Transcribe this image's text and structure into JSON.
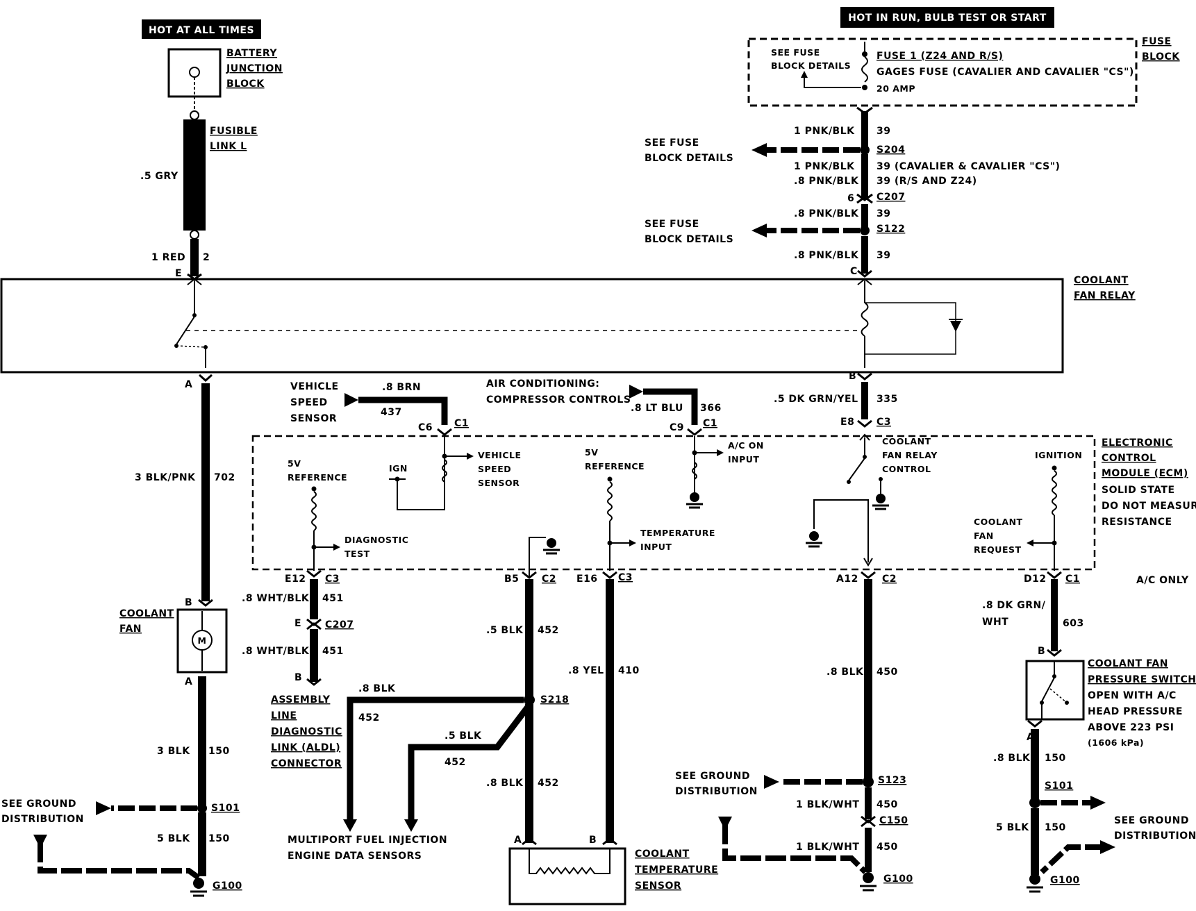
{
  "header": {
    "left_tag": "HOT AT ALL TIMES",
    "right_tag": "HOT IN RUN, BULB TEST OR START"
  },
  "components": {
    "battery_junction_block": [
      "BATTERY",
      "JUNCTION",
      "BLOCK"
    ],
    "fusible_link": [
      "FUSIBLE",
      "LINK L"
    ],
    "fuse_block": [
      "FUSE",
      "BLOCK"
    ],
    "fuse_block_details": [
      "SEE FUSE",
      "BLOCK DETAILS"
    ],
    "fuse_name": "FUSE 1 (Z24 AND R/S)",
    "gages_fuse": "GAGES FUSE (CAVALIER AND CAVALIER \"CS\")",
    "fuse_rating": "20 AMP",
    "coolant_fan_relay": [
      "COOLANT",
      "FAN RELAY"
    ],
    "ecm": [
      "ELECTRONIC",
      "CONTROL",
      "MODULE (ECM)",
      "SOLID STATE",
      "DO NOT MEASURE",
      "RESISTANCE"
    ],
    "coolant_fan": [
      "COOLANT",
      "FAN"
    ],
    "aldl": [
      "ASSEMBLY",
      "LINE",
      "DIAGNOSTIC",
      "LINK (ALDL)",
      "CONNECTOR"
    ],
    "mfi_sensors": [
      "MULTIPORT FUEL INJECTION",
      "ENGINE DATA SENSORS"
    ],
    "coolant_temp_sensor": [
      "COOLANT",
      "TEMPERATURE",
      "SENSOR"
    ],
    "pressure_switch": [
      "COOLANT FAN",
      "PRESSURE SWITCH",
      "OPEN WITH A/C",
      "HEAD PRESSURE",
      "ABOVE 223 PSI",
      "(1606 kPa)"
    ],
    "ac_only": "A/C ONLY",
    "vehicle_speed_sensor": [
      "VEHICLE",
      "SPEED",
      "SENSOR"
    ],
    "ac_compressor_controls": [
      "AIR CONDITIONING:",
      "COMPRESSOR CONTROLS"
    ],
    "see_fuse_1": [
      "SEE FUSE",
      "BLOCK DETAILS"
    ],
    "see_fuse_2": [
      "SEE FUSE",
      "BLOCK DETAILS"
    ],
    "see_ground_left": [
      "SEE GROUND",
      "DISTRIBUTION"
    ],
    "see_ground_mid": [
      "SEE GROUND",
      "DISTRIBUTION"
    ],
    "see_ground_right": [
      "SEE GROUND",
      "DISTRIBUTION"
    ]
  },
  "ecm_internal": {
    "ref5v_a": [
      "5V",
      "REFERENCE"
    ],
    "ign": "IGN",
    "vss": [
      "VEHICLE",
      "SPEED",
      "SENSOR"
    ],
    "ref5v_b": [
      "5V",
      "REFERENCE"
    ],
    "ac_on": [
      "A/C ON",
      "INPUT"
    ],
    "fan_relay_control": [
      "COOLANT",
      "FAN RELAY",
      "CONTROL"
    ],
    "ignition": "IGNITION",
    "diag_test": [
      "DIAGNOSTIC",
      "TEST"
    ],
    "temp_input": [
      "TEMPERATURE",
      "INPUT"
    ],
    "fan_request": [
      "COOLANT",
      "FAN",
      "REQUEST"
    ]
  },
  "wires": {
    "gry": ".5 GRY",
    "red": "1 RED",
    "red_ckt": "2",
    "blk_pnk": "3 BLK/PNK",
    "blk_pnk_ckt": "702",
    "blk3": "3 BLK",
    "blk3_ckt": "150",
    "blk5": "5 BLK",
    "blk5_ckt": "150",
    "pnk1": "1 PNK/BLK",
    "pnk1_ckt": "39",
    "pnk2a": "1 PNK/BLK",
    "pnk2a_ckt": "39 (CAVALIER & CAVALIER \"CS\")",
    "pnk2b": ".8 PNK/BLK",
    "pnk2b_ckt": "39 (R/S AND Z24)",
    "pnk3": ".8 PNK/BLK",
    "pnk3_ckt": "39",
    "pnk4": ".8 PNK/BLK",
    "pnk4_ckt": "39",
    "dkgrn_yel": ".5 DK GRN/YEL",
    "dkgrn_yel_ckt": "335",
    "brn": ".8 BRN",
    "brn_ckt": "437",
    "ltblu": ".8 LT BLU",
    "ltblu_ckt": "366",
    "wht_blk1": ".8 WHT/BLK",
    "wht_blk1_ckt": "451",
    "wht_blk2": ".8 WHT/BLK",
    "wht_blk2_ckt": "451",
    "blk_5a": ".5 BLK",
    "blk_5a_ckt": "452",
    "blk_8a": ".8 BLK",
    "blk_8a_ckt": "452",
    "blk_5b": ".5 BLK",
    "blk_5b_ckt": "452",
    "blk_8b": ".8 BLK",
    "blk_8b_ckt": "452",
    "yel": ".8 YEL",
    "yel_ckt": "410",
    "blk450": ".8 BLK",
    "blk450_ckt": "450",
    "blkwht1": "1 BLK/WHT",
    "blkwht1_ckt": "450",
    "blkwht2": "1 BLK/WHT",
    "blkwht2_ckt": "450",
    "dkgrn_wht": [
      ".8 DK GRN/",
      "WHT"
    ],
    "dkgrn_wht_ckt": "603",
    "blk150r": ".8 BLK",
    "blk150r_ckt": "150",
    "blk5r": "5 BLK",
    "blk5r_ckt": "150"
  },
  "connectors": {
    "e": "E",
    "c": "C",
    "a": "A",
    "b": "B",
    "e8": "E8",
    "c3": "C3",
    "c6": "C6",
    "c1a": "C1",
    "c9": "C9",
    "c1b": "C1",
    "e12": "E12",
    "c3b": "C3",
    "b5": "B5",
    "c2a": "C2",
    "e16": "E16",
    "c3c": "C3",
    "a12": "A12",
    "c2b": "C2",
    "d12": "D12",
    "c1c": "C1",
    "fan_b": "B",
    "fan_a": "A",
    "aldl_e": "E",
    "c207b": "C207",
    "aldl_b": "B",
    "sensor_a": "A",
    "sensor_b": "B",
    "sw_b": "B",
    "sw_a": "A",
    "c207": "C207",
    "g6": "6",
    "c150": "C150"
  },
  "splices": {
    "s204": "S204",
    "s122": "S122",
    "s218": "S218",
    "s123": "S123",
    "s101_left": "S101",
    "s101_right": "S101"
  },
  "grounds": {
    "g_left": "G100",
    "g_mid": "G100",
    "g_right": "G100"
  }
}
